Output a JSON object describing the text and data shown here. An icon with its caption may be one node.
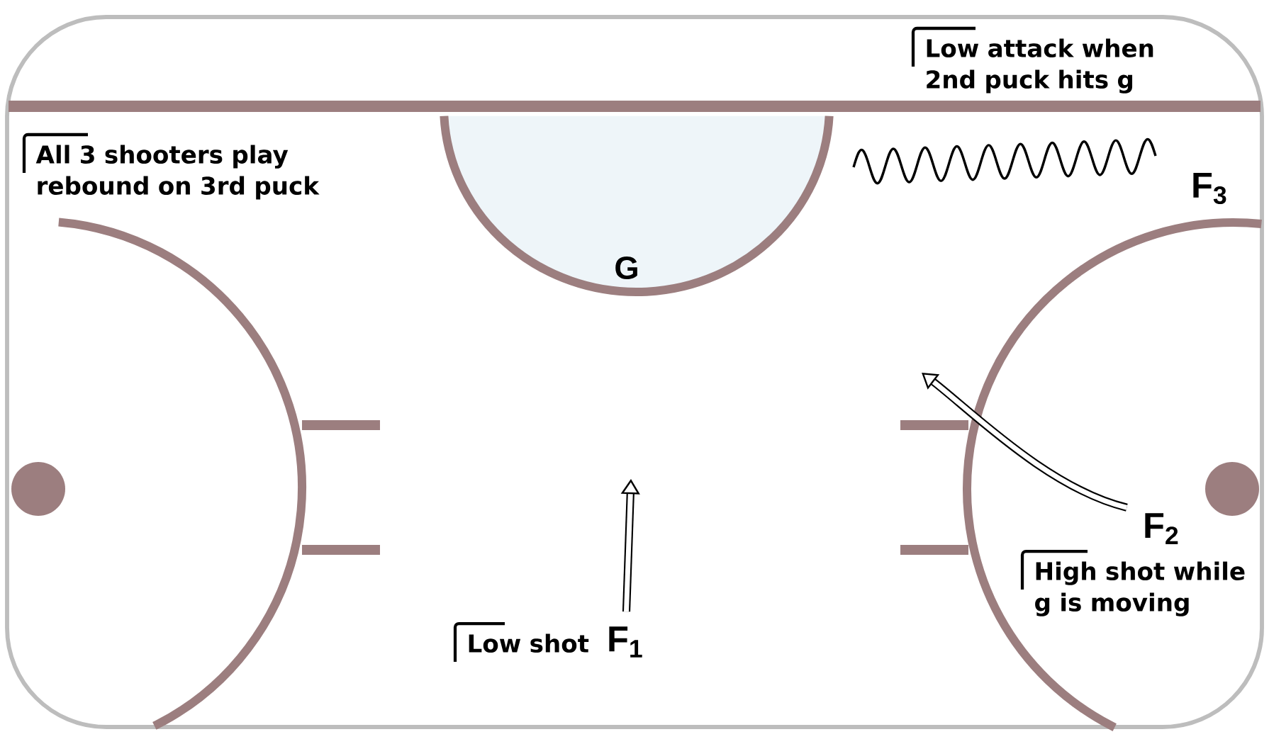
{
  "diagram": {
    "nodes": [
      {
        "text": [
          "F$_{3}$"
        ]
      },
      {
        "text": [
          "G"
        ]
      },
      {
        "text": [
          "F$_{2}$"
        ],
        "beside": [
          "High shot while g is moving"
        ]
      },
      {
        "text": [
          "F$_{1}$"
        ],
        "beside": [
          "Low shot"
        ]
      }
    ],
    "edges": [
      {
        "from": 0,
        "to": null,
        "arrow": "none"
      },
      {
        "from": 2,
        "to": null,
        "arrow": "to"
      },
      {
        "from": 3,
        "to": null,
        "arrow": "to"
      }
    ],
    "labels": [
      "Low attack when 2nd puck hits g",
      "All 3 shooters play rebound on 3rd puck"
    ]
  }
}
